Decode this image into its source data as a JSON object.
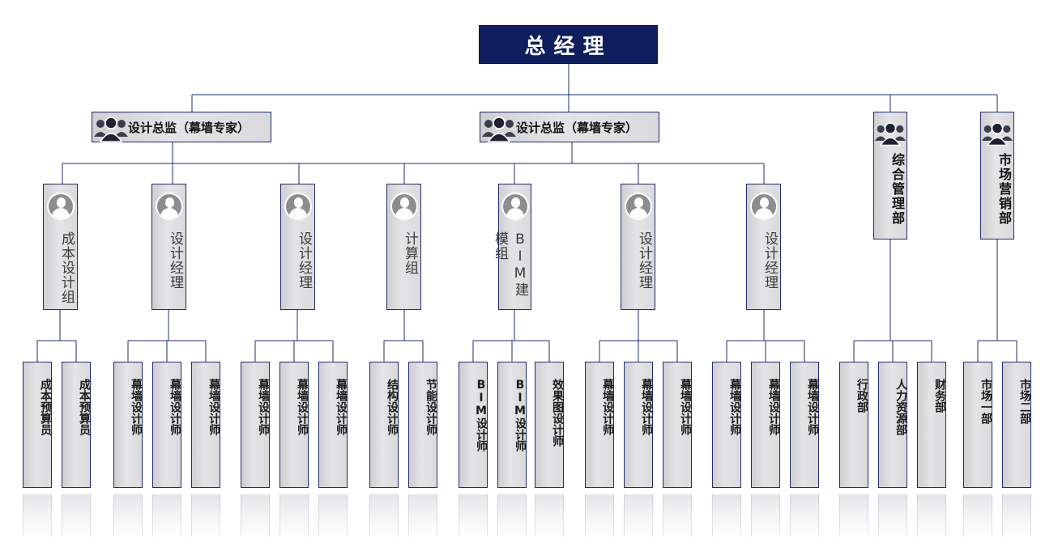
{
  "ceo": {
    "label": "总经理"
  },
  "directors": [
    {
      "label": "设计总监（幕墙专家）"
    },
    {
      "label": "设计总监（幕墙专家）"
    }
  ],
  "departments": [
    {
      "label": "综合管理部"
    },
    {
      "label": "市场营销部"
    }
  ],
  "groups": [
    {
      "label": "成本设计组"
    },
    {
      "label": "设计经理"
    },
    {
      "label": "设计经理"
    },
    {
      "label": "计算组"
    },
    {
      "label": "BIM建模组"
    },
    {
      "label": "设计经理"
    },
    {
      "label": "设计经理"
    }
  ],
  "leaves": [
    {
      "label": "成本预算员"
    },
    {
      "label": "成本预算员"
    },
    {
      "label": "幕墙设计师"
    },
    {
      "label": "幕墙设计师"
    },
    {
      "label": "幕墙设计师"
    },
    {
      "label": "幕墙设计师"
    },
    {
      "label": "幕墙设计师"
    },
    {
      "label": "幕墙设计师"
    },
    {
      "label": "结构设计师"
    },
    {
      "label": "节能设计师"
    },
    {
      "label": "BIM设计师"
    },
    {
      "label": "BIM设计师"
    },
    {
      "label": "效果图设计师"
    },
    {
      "label": "幕墙设计师"
    },
    {
      "label": "幕墙设计师"
    },
    {
      "label": "幕墙设计师"
    },
    {
      "label": "幕墙设计师"
    },
    {
      "label": "幕墙设计师"
    },
    {
      "label": "幕墙设计师"
    },
    {
      "label": "行政部"
    },
    {
      "label": "人力资源部"
    },
    {
      "label": "财务部"
    },
    {
      "label": "市场一部"
    },
    {
      "label": "市场二部"
    }
  ],
  "icons": {
    "team": "team-icon",
    "person": "person-avatar-icon"
  },
  "colors": {
    "ceo_bg": "#0f1f5e",
    "line": "#1f2d6b",
    "box_bg": "#dcdcde"
  }
}
